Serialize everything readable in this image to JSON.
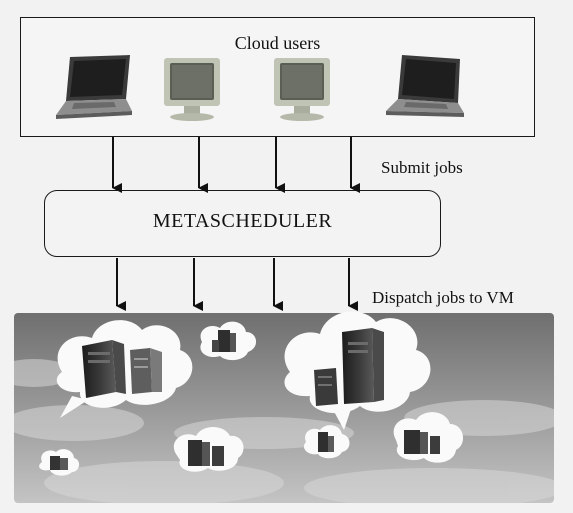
{
  "diagram": {
    "users_title": "Cloud users",
    "metascheduler_label": "METASCHEDULER",
    "submit_label": "Submit jobs",
    "dispatch_label": "Dispatch jobs to VM"
  },
  "devices": [
    {
      "kind": "laptop-icon"
    },
    {
      "kind": "monitor-icon"
    },
    {
      "kind": "monitor-icon"
    },
    {
      "kind": "laptop-icon"
    }
  ],
  "colors": {
    "line": "#111111",
    "sky_top": "#6e6e6e",
    "sky_bottom": "#bdbdbd",
    "cloud": "#fafafa",
    "server_dark": "#2b2b2b",
    "monitor_body": "#c9cdbd"
  }
}
